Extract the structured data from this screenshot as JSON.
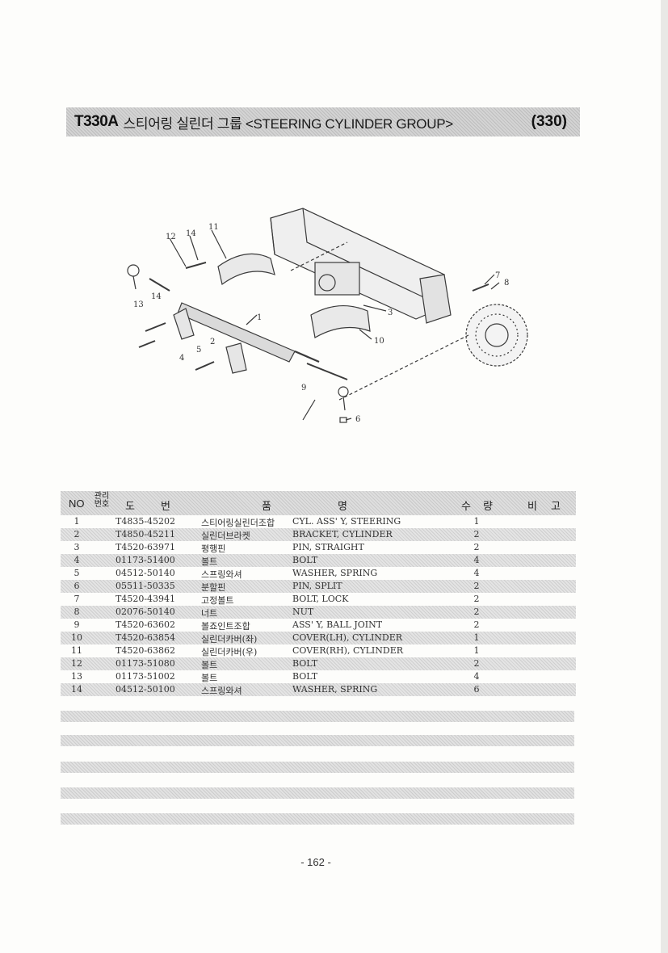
{
  "header": {
    "code": "T330A",
    "title": "스티어링 실린더 그룹 <STEERING CYLINDER GROUP>",
    "number": "(330)"
  },
  "diagram": {
    "callouts": [
      "1",
      "2",
      "3",
      "4",
      "5",
      "6",
      "7",
      "8",
      "9",
      "10",
      "11",
      "12",
      "13",
      "14",
      "14"
    ]
  },
  "table": {
    "headers": {
      "no": "NO",
      "mgmt_1": "관리",
      "mgmt_2": "번호",
      "drawing_1": "도",
      "drawing_2": "번",
      "name_1": "품",
      "name_2": "명",
      "qty_1": "수",
      "qty_2": "량",
      "remarks_1": "비",
      "remarks_2": "고"
    },
    "rows": [
      {
        "no": "1",
        "part": "T4835-45202",
        "kor": "스티어링실린더조합",
        "eng": "CYL. ASS' Y, STEERING",
        "qty": "1"
      },
      {
        "no": "2",
        "part": "T4850-45211",
        "kor": "실린더브라켓",
        "eng": "BRACKET, CYLINDER",
        "qty": "2"
      },
      {
        "no": "3",
        "part": "T4520-63971",
        "kor": "평행핀",
        "eng": "PIN, STRAIGHT",
        "qty": "2"
      },
      {
        "no": "4",
        "part": "01173-51400",
        "kor": "볼트",
        "eng": "BOLT",
        "qty": "4"
      },
      {
        "no": "5",
        "part": "04512-50140",
        "kor": "스프링와셔",
        "eng": "WASHER, SPRING",
        "qty": "4"
      },
      {
        "no": "6",
        "part": "05511-50335",
        "kor": "분할핀",
        "eng": "PIN, SPLIT",
        "qty": "2"
      },
      {
        "no": "7",
        "part": "T4520-43941",
        "kor": "고정볼트",
        "eng": "BOLT, LOCK",
        "qty": "2"
      },
      {
        "no": "8",
        "part": "02076-50140",
        "kor": "너트",
        "eng": "NUT",
        "qty": "2"
      },
      {
        "no": "9",
        "part": "T4520-63602",
        "kor": "볼죠인트조합",
        "eng": "ASS' Y, BALL JOINT",
        "qty": "2"
      },
      {
        "no": "10",
        "part": "T4520-63854",
        "kor": "실린더카버(좌)",
        "eng": "COVER(LH), CYLINDER",
        "qty": "1"
      },
      {
        "no": "11",
        "part": "T4520-63862",
        "kor": "실린더카버(우)",
        "eng": "COVER(RH), CYLINDER",
        "qty": "1"
      },
      {
        "no": "12",
        "part": "01173-51080",
        "kor": "볼트",
        "eng": "BOLT",
        "qty": "2"
      },
      {
        "no": "13",
        "part": "01173-51002",
        "kor": "볼트",
        "eng": "BOLT",
        "qty": "4"
      },
      {
        "no": "14",
        "part": "04512-50100",
        "kor": "스프링와셔",
        "eng": "WASHER, SPRING",
        "qty": "6"
      }
    ]
  },
  "footer": {
    "page": "- 162 -"
  }
}
